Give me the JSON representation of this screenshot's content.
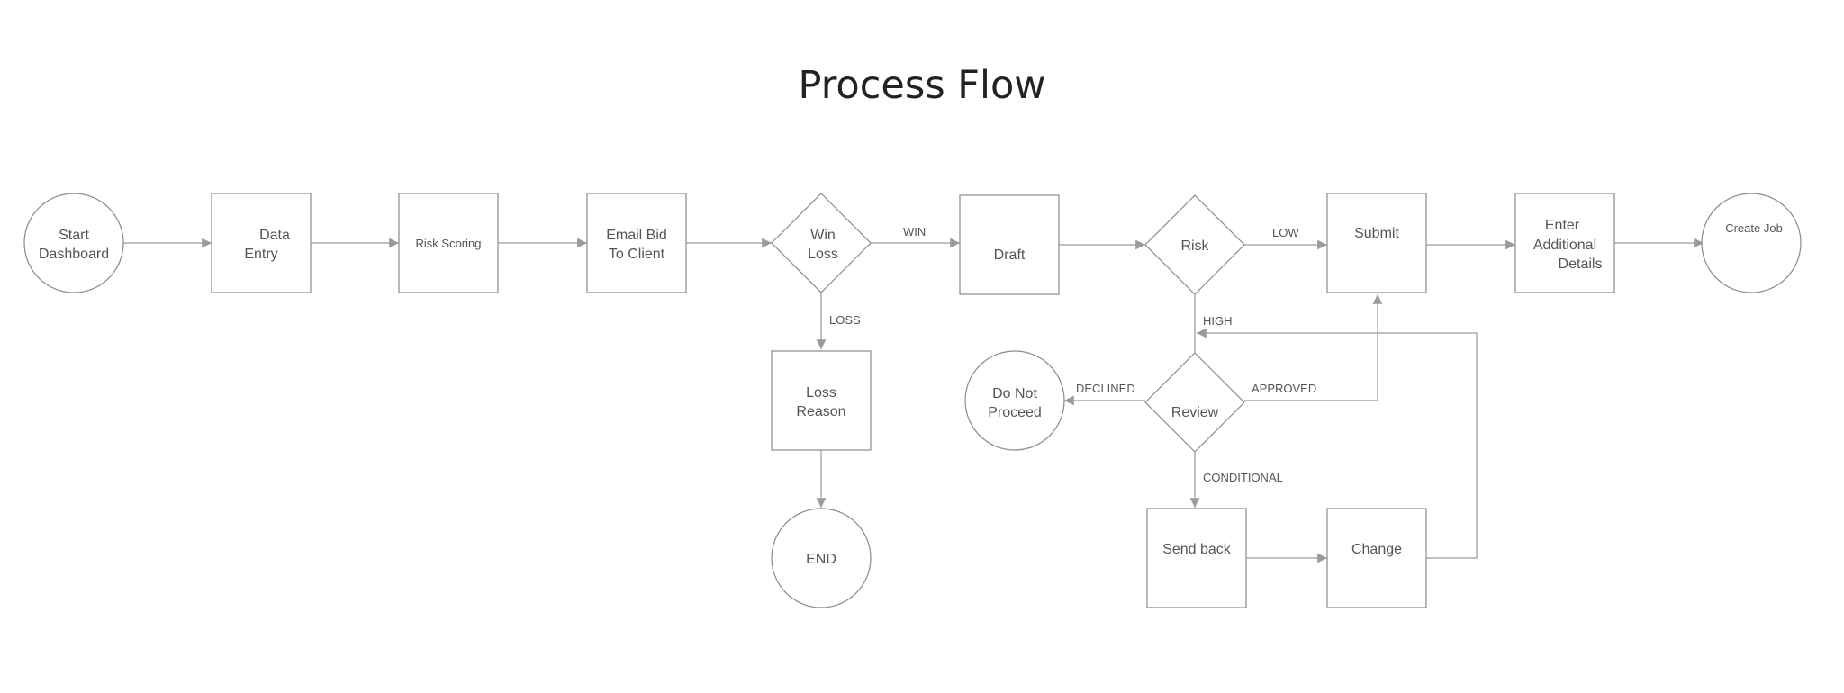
{
  "title": "Process Flow",
  "nodes": {
    "start": [
      "Start",
      "Dashboard"
    ],
    "data_entry": [
      "Data",
      "Entry"
    ],
    "risk_scoring": [
      "Risk Scoring"
    ],
    "email_bid": [
      "Email Bid",
      "To Client"
    ],
    "win_loss": [
      "Win",
      "Loss"
    ],
    "loss_reason": [
      "Loss",
      "Reason"
    ],
    "end": [
      "END"
    ],
    "draft": [
      "Draft"
    ],
    "risk": [
      "Risk"
    ],
    "review": [
      "Review"
    ],
    "do_not_proceed": [
      "Do Not",
      "Proceed"
    ],
    "send_back": [
      "Send back"
    ],
    "change": [
      "Change"
    ],
    "submit": [
      "Submit"
    ],
    "enter_details": [
      "Enter",
      "Additional",
      "Details"
    ],
    "create_job": [
      "Create Job"
    ]
  },
  "edge_labels": {
    "win": "WIN",
    "loss": "LOSS",
    "low": "LOW",
    "high": "HIGH",
    "declined": "DECLINED",
    "approved": "APPROVED",
    "conditional": "CONDITIONAL"
  },
  "colors": {
    "stroke": "#8a8a8a",
    "text": "#555555",
    "title": "#222222"
  }
}
